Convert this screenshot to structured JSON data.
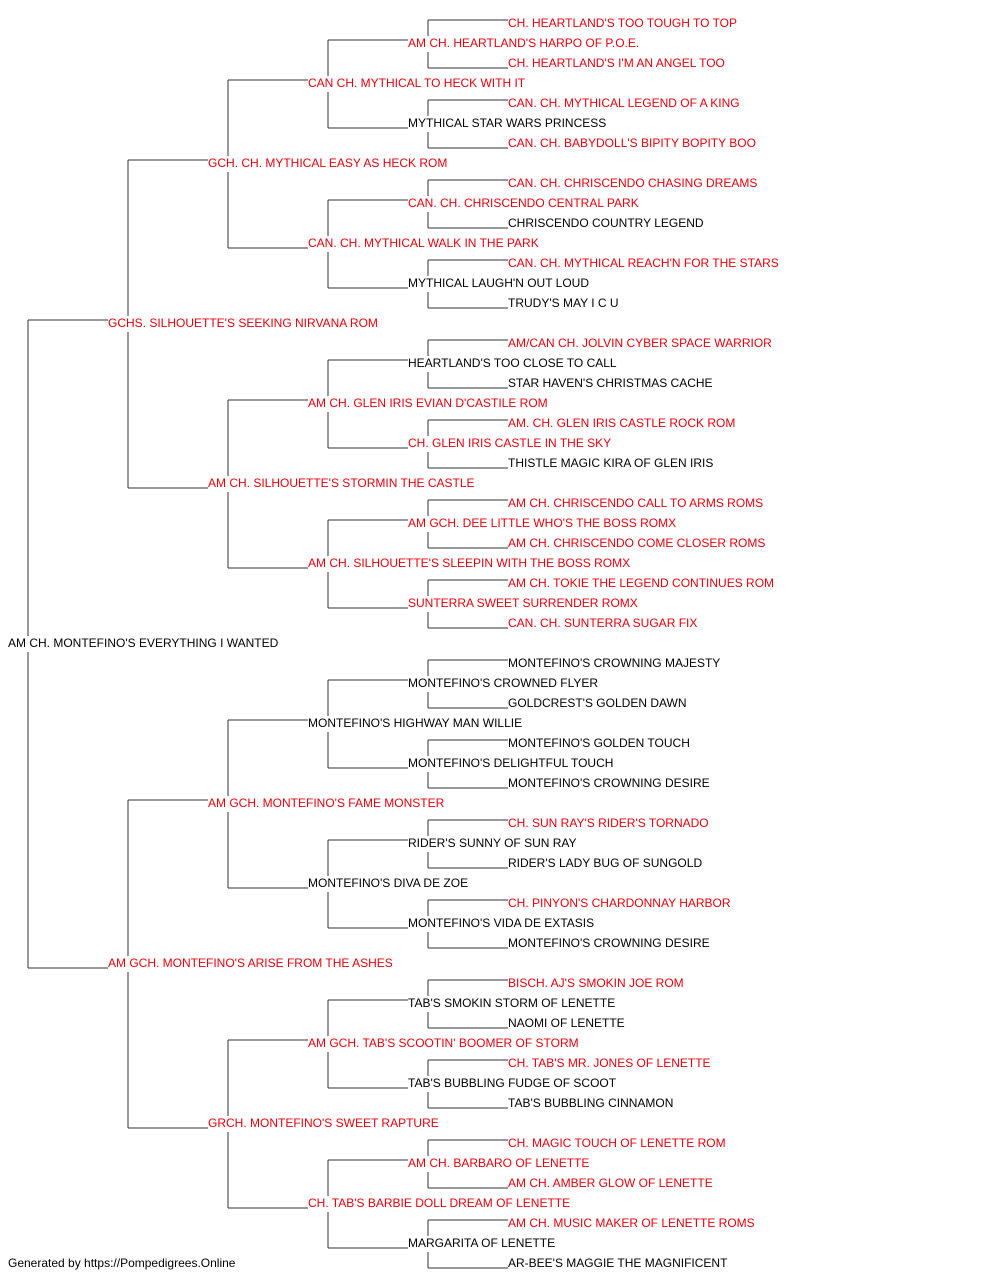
{
  "colors": {
    "champion": "#e8000d",
    "regular": "#000000",
    "line": "#333333"
  },
  "pedigree": {
    "subject": {
      "name": "AM CH. MONTEFINO'S EVERYTHING I WANTED",
      "champion": false
    },
    "sire": {
      "name": "GCHS. SILHOUETTE'S SEEKING NIRVANA ROM",
      "champion": true
    },
    "dam": {
      "name": "AM GCH. MONTEFINO'S ARISE FROM THE ASHES",
      "champion": true
    },
    "gen3": [
      {
        "name": "GCH. CH. MYTHICAL EASY AS HECK ROM",
        "champion": true
      },
      {
        "name": "AM CH. SILHOUETTE'S STORMIN THE CASTLE",
        "champion": true
      },
      {
        "name": "AM GCH. MONTEFINO'S FAME MONSTER",
        "champion": true
      },
      {
        "name": "GRCH. MONTEFINO'S SWEET RAPTURE",
        "champion": true
      }
    ],
    "gen4": [
      {
        "name": "CAN CH. MYTHICAL TO HECK WITH IT",
        "champion": true
      },
      {
        "name": "CAN. CH. MYTHICAL WALK IN THE PARK",
        "champion": true
      },
      {
        "name": "AM CH. GLEN IRIS EVIAN D'CASTILE ROM",
        "champion": true
      },
      {
        "name": "AM CH. SILHOUETTE'S SLEEPIN WITH THE BOSS ROMX",
        "champion": true
      },
      {
        "name": "MONTEFINO'S HIGHWAY MAN WILLIE",
        "champion": false
      },
      {
        "name": "MONTEFINO'S DIVA DE ZOE",
        "champion": false
      },
      {
        "name": "AM GCH. TAB'S SCOOTIN' BOOMER OF STORM",
        "champion": true
      },
      {
        "name": "CH. TAB'S BARBIE DOLL DREAM OF LENETTE",
        "champion": true
      }
    ],
    "gen5": [
      {
        "name": "AM CH. HEARTLAND'S HARPO OF P.O.E.",
        "champion": true
      },
      {
        "name": "MYTHICAL STAR WARS PRINCESS",
        "champion": false
      },
      {
        "name": "CAN. CH. CHRISCENDO CENTRAL PARK",
        "champion": true
      },
      {
        "name": "MYTHICAL LAUGH'N OUT LOUD",
        "champion": false
      },
      {
        "name": "HEARTLAND'S TOO CLOSE TO CALL",
        "champion": false
      },
      {
        "name": "CH. GLEN IRIS CASTLE IN THE SKY",
        "champion": true
      },
      {
        "name": "AM GCH. DEE LITTLE WHO'S THE BOSS ROMX",
        "champion": true
      },
      {
        "name": "SUNTERRA SWEET SURRENDER ROMX",
        "champion": true
      },
      {
        "name": "MONTEFINO'S CROWNED FLYER",
        "champion": false
      },
      {
        "name": "MONTEFINO'S DELIGHTFUL TOUCH",
        "champion": false
      },
      {
        "name": "RIDER'S SUNNY OF SUN RAY",
        "champion": false
      },
      {
        "name": "MONTEFINO'S VIDA DE EXTASIS",
        "champion": false
      },
      {
        "name": "TAB'S SMOKIN STORM OF LENETTE",
        "champion": false
      },
      {
        "name": "TAB'S BUBBLING FUDGE OF SCOOT",
        "champion": false
      },
      {
        "name": "AM CH. BARBARO OF LENETTE",
        "champion": true
      },
      {
        "name": "MARGARITA OF LENETTE",
        "champion": false
      }
    ],
    "gen6": [
      {
        "name": "CH. HEARTLAND'S TOO TOUGH TO TOP",
        "champion": true
      },
      {
        "name": "CH. HEARTLAND'S I'M AN ANGEL TOO",
        "champion": true
      },
      {
        "name": "CAN. CH. MYTHICAL LEGEND OF A KING",
        "champion": true
      },
      {
        "name": "CAN. CH. BABYDOLL'S BIPITY BOPITY BOO",
        "champion": true
      },
      {
        "name": "CAN. CH. CHRISCENDO CHASING DREAMS",
        "champion": true
      },
      {
        "name": "CHRISCENDO COUNTRY LEGEND",
        "champion": false
      },
      {
        "name": "CAN. CH. MYTHICAL REACH'N FOR THE STARS",
        "champion": true
      },
      {
        "name": "TRUDY'S MAY I C U",
        "champion": false
      },
      {
        "name": "AM/CAN CH. JOLVIN CYBER SPACE WARRIOR",
        "champion": true
      },
      {
        "name": "STAR HAVEN'S CHRISTMAS CACHE",
        "champion": false
      },
      {
        "name": "AM. CH. GLEN IRIS CASTLE ROCK ROM",
        "champion": true
      },
      {
        "name": "THISTLE MAGIC KIRA OF GLEN IRIS",
        "champion": false
      },
      {
        "name": "AM CH. CHRISCENDO CALL TO ARMS ROMS",
        "champion": true
      },
      {
        "name": "AM CH. CHRISCENDO COME CLOSER ROMS",
        "champion": true
      },
      {
        "name": "AM CH. TOKIE THE LEGEND CONTINUES ROM",
        "champion": true
      },
      {
        "name": "CAN. CH. SUNTERRA SUGAR FIX",
        "champion": true
      },
      {
        "name": "MONTEFINO'S CROWNING MAJESTY",
        "champion": false
      },
      {
        "name": "GOLDCREST'S GOLDEN DAWN",
        "champion": false
      },
      {
        "name": "MONTEFINO'S GOLDEN TOUCH",
        "champion": false
      },
      {
        "name": "MONTEFINO'S CROWNING DESIRE",
        "champion": false
      },
      {
        "name": "CH. SUN RAY'S RIDER'S TORNADO",
        "champion": true
      },
      {
        "name": "RIDER'S LADY BUG OF SUNGOLD",
        "champion": false
      },
      {
        "name": "CH. PINYON'S CHARDONNAY HARBOR",
        "champion": true
      },
      {
        "name": "MONTEFINO'S CROWNING DESIRE",
        "champion": false
      },
      {
        "name": "BISCH. AJ'S SMOKIN JOE ROM",
        "champion": true
      },
      {
        "name": "NAOMI OF LENETTE",
        "champion": false
      },
      {
        "name": "CH. TAB'S MR. JONES OF LENETTE",
        "champion": true
      },
      {
        "name": "TAB'S BUBBLING CINNAMON",
        "champion": false
      },
      {
        "name": "CH. MAGIC TOUCH OF LENETTE ROM",
        "champion": true
      },
      {
        "name": "AM CH. AMBER GLOW OF LENETTE",
        "champion": true
      },
      {
        "name": "AM CH. MUSIC MAKER OF LENETTE ROMS",
        "champion": true
      },
      {
        "name": "AR-BEE'S MAGGIE THE MAGNIFICENT",
        "champion": false
      }
    ]
  },
  "footer": {
    "text": "Generated by https://Pompedigrees.Online"
  }
}
